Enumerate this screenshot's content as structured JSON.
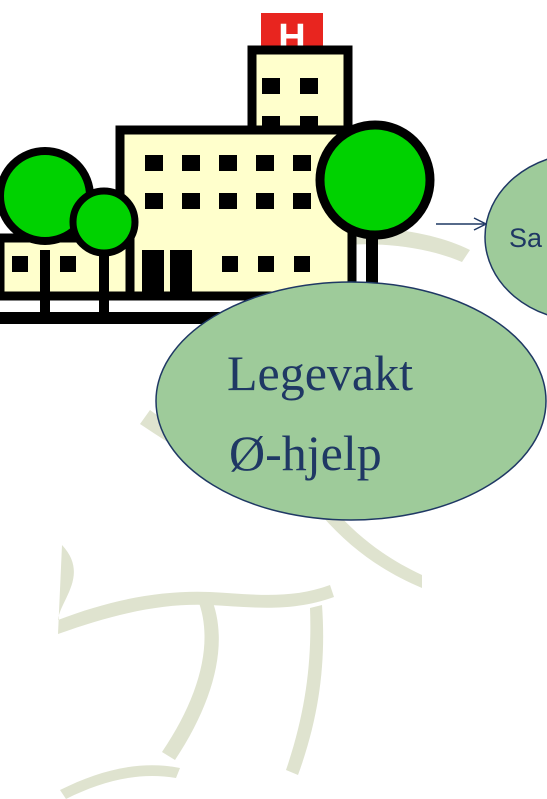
{
  "hospital": {
    "sign_letter": "H"
  },
  "ellipses": {
    "main": {
      "line1": "Legevakt",
      "line2": "Ø-hjelp"
    },
    "side": {
      "text": "Sa"
    }
  },
  "colors": {
    "ellipse_fill": "#9ecb9a",
    "ellipse_stroke": "#1f3864",
    "tree_green": "#00d200",
    "building_fill": "#ffffcc",
    "sign_red": "#e8251f",
    "watermark": "#dfe3cf"
  }
}
